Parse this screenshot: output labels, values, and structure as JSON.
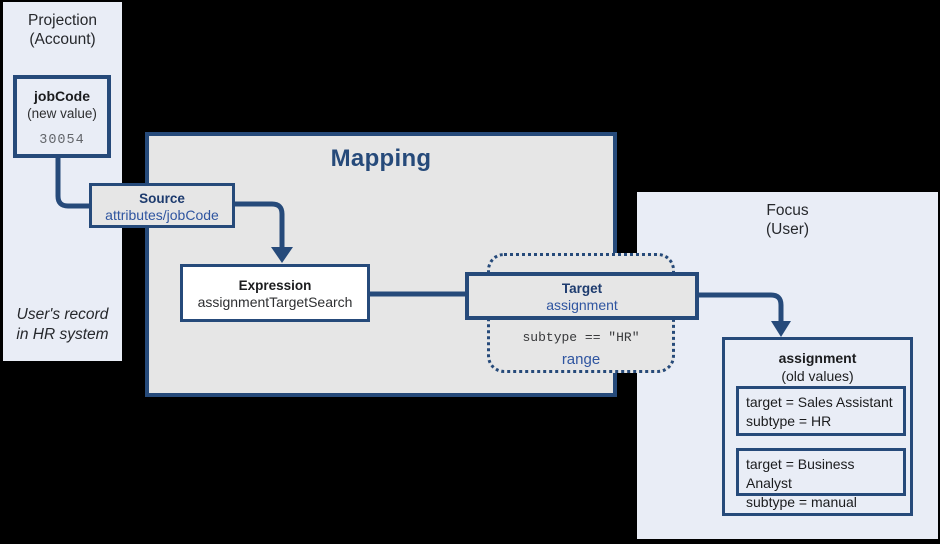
{
  "diagram": {
    "projection": {
      "title_line1": "Projection",
      "title_line2": "(Account)",
      "jobcode_box": {
        "name": "jobCode",
        "qualifier": "(new value)",
        "value": "30054"
      },
      "caption_line1": "User's record",
      "caption_line2": "in HR system"
    },
    "mapping": {
      "title": "Mapping",
      "source": {
        "label": "Source",
        "value": "attributes/jobCode"
      },
      "expression": {
        "label": "Expression",
        "value": "assignmentTargetSearch"
      },
      "target": {
        "label": "Target",
        "value": "assignment",
        "condition": "subtype == \"HR\"",
        "range_label": "range"
      }
    },
    "focus": {
      "title_line1": "Focus",
      "title_line2": "(User)",
      "assignment_box": {
        "name": "assignment",
        "qualifier": "(old values)",
        "values": [
          {
            "line1": "target = Sales Assistant",
            "line2": "subtype = HR"
          },
          {
            "line1": "target = Business Analyst",
            "line2": "subtype = manual"
          }
        ]
      }
    },
    "colors": {
      "background": "#000000",
      "panel_fill": "#e9edf6",
      "mapping_fill": "#e6e6e6",
      "accent_dark_blue": "#264a7a",
      "label_navy": "#1d3b6e",
      "value_blue": "#2f55a0",
      "mono_gray": "#63666b"
    }
  }
}
